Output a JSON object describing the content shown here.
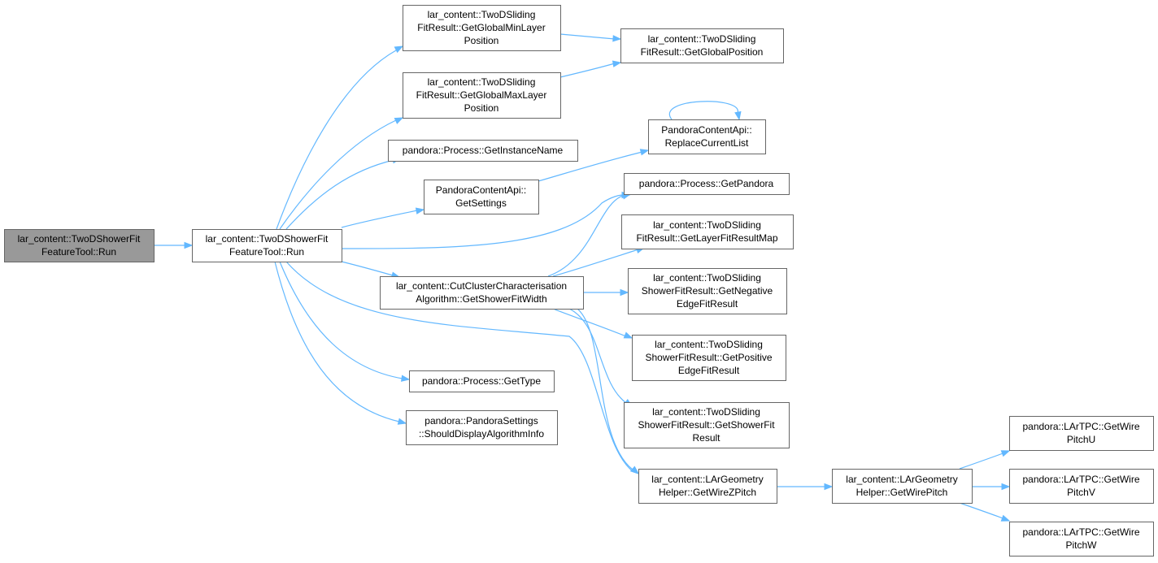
{
  "graph": {
    "type": "call-graph",
    "colors": {
      "edge": "#63b8ff",
      "node_border": "#666666",
      "root_fill": "#999999",
      "node_fill": "#ffffff",
      "text": "#000000"
    },
    "nodes": [
      {
        "id": "n0",
        "lines": [
          "lar_content::TwoDShowerFit",
          "FeatureTool::Run"
        ],
        "root": true
      },
      {
        "id": "n1",
        "lines": [
          "lar_content::TwoDShowerFit",
          "FeatureTool::Run"
        ]
      },
      {
        "id": "n2",
        "lines": [
          "lar_content::TwoDSliding",
          "FitResult::GetGlobalMinLayer",
          "Position"
        ]
      },
      {
        "id": "n3",
        "lines": [
          "lar_content::TwoDSliding",
          "FitResult::GetGlobalMaxLayer",
          "Position"
        ]
      },
      {
        "id": "n4",
        "lines": [
          "pandora::Process::GetInstanceName"
        ]
      },
      {
        "id": "n5",
        "lines": [
          "PandoraContentApi::",
          "GetSettings"
        ]
      },
      {
        "id": "n6",
        "lines": [
          "lar_content::CutClusterCharacterisation",
          "Algorithm::GetShowerFitWidth"
        ]
      },
      {
        "id": "n7",
        "lines": [
          "pandora::Process::GetType"
        ]
      },
      {
        "id": "n8",
        "lines": [
          "pandora::PandoraSettings",
          "::ShouldDisplayAlgorithmInfo"
        ]
      },
      {
        "id": "n9",
        "lines": [
          "lar_content::TwoDSliding",
          "FitResult::GetGlobalPosition"
        ]
      },
      {
        "id": "n10",
        "lines": [
          "PandoraContentApi::",
          "ReplaceCurrentList"
        ]
      },
      {
        "id": "n11",
        "lines": [
          "pandora::Process::GetPandora"
        ]
      },
      {
        "id": "n12",
        "lines": [
          "lar_content::TwoDSliding",
          "FitResult::GetLayerFitResultMap"
        ]
      },
      {
        "id": "n13",
        "lines": [
          "lar_content::TwoDSliding",
          "ShowerFitResult::GetNegative",
          "EdgeFitResult"
        ]
      },
      {
        "id": "n14",
        "lines": [
          "lar_content::TwoDSliding",
          "ShowerFitResult::GetPositive",
          "EdgeFitResult"
        ]
      },
      {
        "id": "n15",
        "lines": [
          "lar_content::TwoDSliding",
          "ShowerFitResult::GetShowerFit",
          "Result"
        ]
      },
      {
        "id": "n16",
        "lines": [
          "lar_content::LArGeometry",
          "Helper::GetWireZPitch"
        ]
      },
      {
        "id": "n17",
        "lines": [
          "lar_content::LArGeometry",
          "Helper::GetWirePitch"
        ]
      },
      {
        "id": "n18",
        "lines": [
          "pandora::LArTPC::GetWire",
          "PitchU"
        ]
      },
      {
        "id": "n19",
        "lines": [
          "pandora::LArTPC::GetWire",
          "PitchV"
        ]
      },
      {
        "id": "n20",
        "lines": [
          "pandora::LArTPC::GetWire",
          "PitchW"
        ]
      }
    ],
    "edges": [
      {
        "from": "n0",
        "to": "n1"
      },
      {
        "from": "n1",
        "to": "n2"
      },
      {
        "from": "n1",
        "to": "n3"
      },
      {
        "from": "n1",
        "to": "n4"
      },
      {
        "from": "n1",
        "to": "n5"
      },
      {
        "from": "n1",
        "to": "n11"
      },
      {
        "from": "n1",
        "to": "n6"
      },
      {
        "from": "n1",
        "to": "n16"
      },
      {
        "from": "n1",
        "to": "n7"
      },
      {
        "from": "n1",
        "to": "n8"
      },
      {
        "from": "n2",
        "to": "n9"
      },
      {
        "from": "n3",
        "to": "n9"
      },
      {
        "from": "n5",
        "to": "n10"
      },
      {
        "from": "n10",
        "to": "n10"
      },
      {
        "from": "n6",
        "to": "n11"
      },
      {
        "from": "n6",
        "to": "n12"
      },
      {
        "from": "n6",
        "to": "n13"
      },
      {
        "from": "n6",
        "to": "n14"
      },
      {
        "from": "n6",
        "to": "n15"
      },
      {
        "from": "n6",
        "to": "n16"
      },
      {
        "from": "n16",
        "to": "n17"
      },
      {
        "from": "n17",
        "to": "n18"
      },
      {
        "from": "n17",
        "to": "n19"
      },
      {
        "from": "n17",
        "to": "n20"
      }
    ]
  }
}
